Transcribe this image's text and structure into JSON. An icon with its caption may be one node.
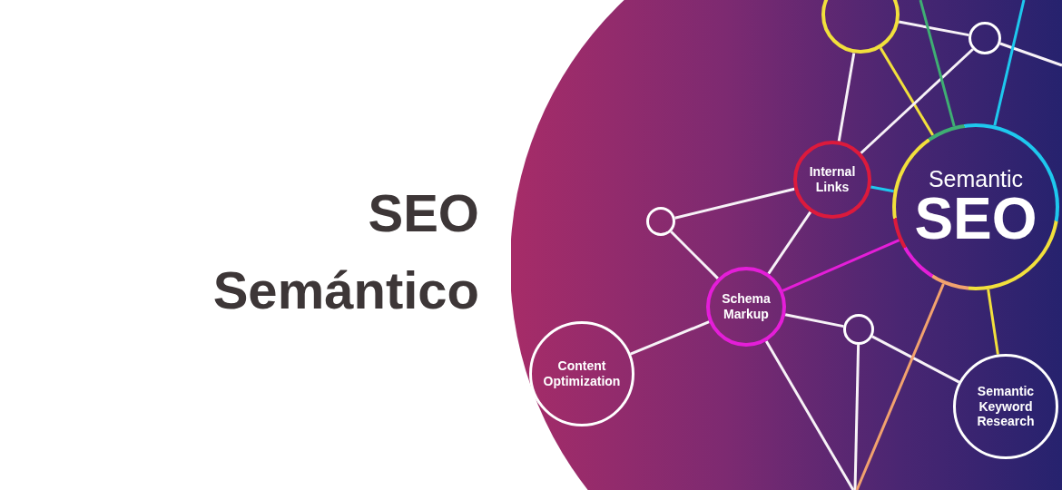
{
  "diagram": {
    "title": "SEO Semántico",
    "nodes": [
      {
        "text": [],
        "shape": "circle"
      },
      {
        "text": [],
        "shape": "circle"
      },
      {
        "text": [
          "Internal Links"
        ]
      },
      {
        "text": [
          "Semantic",
          "SEO"
        ]
      },
      {
        "text": [],
        "shape": "circle"
      },
      {
        "text": [
          "Schema Markup"
        ]
      },
      {
        "text": [
          "Content Optimization"
        ]
      },
      {
        "text": [],
        "shape": "circle"
      },
      {
        "text": [
          "Semantic Keyword Research"
        ]
      }
    ],
    "edges": [
      {
        "from": 0,
        "to": 1,
        "arrow": "none"
      },
      {
        "from": 0,
        "to": 2,
        "arrow": "none"
      },
      {
        "from": 0,
        "to": 3,
        "arrow": "none",
        "color": "#f2e03c"
      },
      {
        "from": 1,
        "to": 2,
        "arrow": "none"
      },
      {
        "from": 1,
        "to": null,
        "arrow": "none"
      },
      {
        "from": 3,
        "to": null,
        "arrow": "none",
        "color": "#3fae73"
      },
      {
        "from": 3,
        "to": null,
        "arrow": "none",
        "color": "#1ec8ee"
      },
      {
        "from": 2,
        "to": 3,
        "arrow": "none",
        "color": "#1ec8ee"
      },
      {
        "from": 2,
        "to": 4,
        "arrow": "none"
      },
      {
        "from": 2,
        "to": 5,
        "arrow": "none"
      },
      {
        "from": 4,
        "to": 5,
        "arrow": "none"
      },
      {
        "from": 5,
        "to": 3,
        "arrow": "none",
        "color": "#e41ed8"
      },
      {
        "from": 5,
        "to": 6,
        "arrow": "none"
      },
      {
        "from": 5,
        "to": 7,
        "arrow": "none"
      },
      {
        "from": 5,
        "to": null,
        "arrow": "none"
      },
      {
        "from": 7,
        "to": 8,
        "arrow": "none"
      },
      {
        "from": 7,
        "to": null,
        "arrow": "none"
      },
      {
        "from": 3,
        "to": null,
        "arrow": "none",
        "color": "#f2a26e"
      },
      {
        "from": 3,
        "to": 8,
        "arrow": "none",
        "color": "#f2e03c"
      }
    ]
  }
}
